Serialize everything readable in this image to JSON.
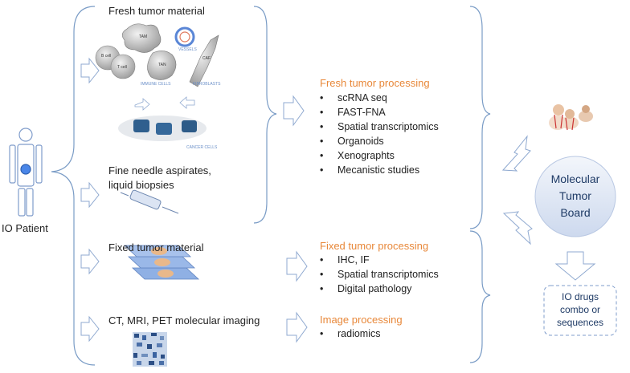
{
  "patient": {
    "label": "IO Patient"
  },
  "sources": {
    "fresh": "Fresh tumor material",
    "fna": [
      "Fine needle aspirates,",
      "liquid biopsies"
    ],
    "fixed": "Fixed tumor material",
    "imaging": "CT, MRI, PET molecular imaging"
  },
  "cell_labels": {
    "tam": "TAM",
    "bcell": "B cell",
    "tcell": "T cell",
    "tan": "TAN",
    "caf": "CAF",
    "vessels": "VESSELS",
    "immune": "IMMUNE CELLS",
    "fibro": "FIBROBLASTS",
    "cancer": "CANCER CELLS"
  },
  "processing": {
    "fresh": {
      "title": "Fresh tumor processing",
      "items": [
        "scRNA seq",
        "FAST-FNA",
        "Spatial transcriptomics",
        "Organoids",
        "Xenographts",
        "Mecanistic studies"
      ]
    },
    "fixed": {
      "title": "Fixed tumor processing",
      "items": [
        "IHC, IF",
        "Spatial transcriptomics",
        "Digital pathology"
      ]
    },
    "image": {
      "title": "Image processing",
      "items": [
        "radiomics"
      ]
    }
  },
  "board": {
    "line1": "Molecular",
    "line2": "Tumor",
    "line3": "Board"
  },
  "output": {
    "line1": "IO drugs",
    "line2": "combo or",
    "line3": "sequences"
  },
  "colors": {
    "accent": "#e8883a",
    "bracket": "#7a9cc6",
    "board_fill": "#d9e2f3",
    "arrow": "#8fa9d0"
  }
}
